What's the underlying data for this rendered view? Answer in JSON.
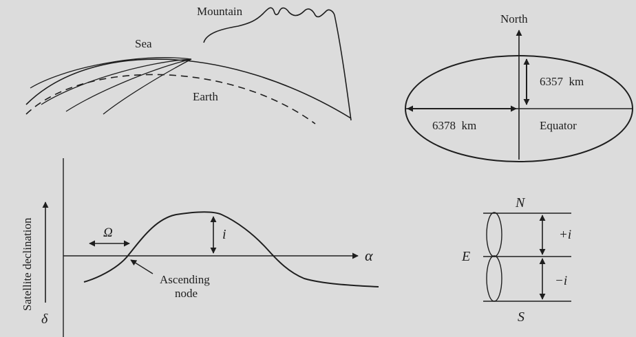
{
  "panels": {
    "terrain": {
      "mountain_label": "Mountain",
      "sea_label": "Sea",
      "earth_label": "Earth"
    },
    "ellipsoid": {
      "north_label": "North",
      "polar_radius_label": "6357  km",
      "equatorial_radius_label": "6378  km",
      "equator_label": "Equator"
    },
    "declination": {
      "yaxis_label": "Satellite declination",
      "delta_symbol": "δ",
      "xaxis_symbol": "α",
      "omega_symbol": "Ω",
      "inclination_symbol": "i",
      "node_label_line1": "Ascending",
      "node_label_line2": "node"
    },
    "inclination": {
      "north_symbol": "N",
      "east_symbol": "E",
      "south_symbol": "S",
      "plus_i": "+i",
      "minus_i": "−i"
    }
  },
  "colors": {
    "background": "#dcdcdc",
    "ink": "#1e1e1e"
  }
}
